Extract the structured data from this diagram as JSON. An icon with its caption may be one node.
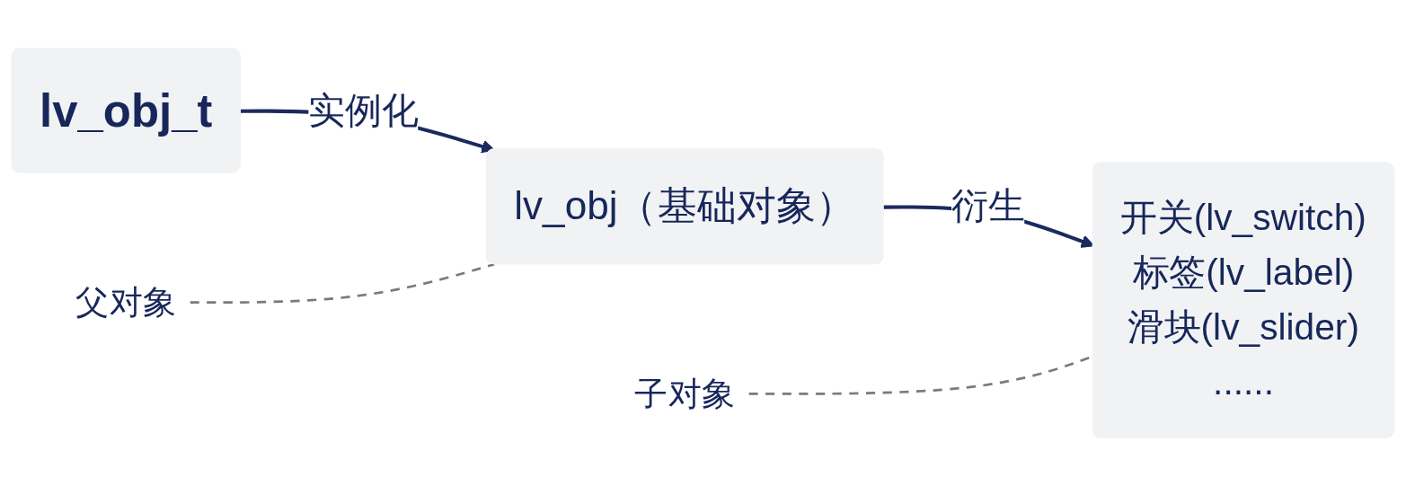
{
  "diagram": {
    "nodes": [
      {
        "text": [
          "lv_obj_t"
        ]
      },
      {
        "text": [
          "lv_obj（基础对象）"
        ]
      },
      {
        "text": [
          "开关(lv_switch)",
          "标签(lv_label)",
          "滑块(lv_slider)",
          "......"
        ]
      },
      {
        "text": [
          "父对象"
        ]
      },
      {
        "text": [
          "子对象"
        ]
      }
    ],
    "edges": [
      {
        "from": 0,
        "to": 1,
        "arrow": "to",
        "label": "实例化",
        "color": "#1b2a5e"
      },
      {
        "from": 1,
        "to": 2,
        "arrow": "to",
        "label": "衍生",
        "color": "#1b2a5e"
      },
      {
        "from": 3,
        "to": 1,
        "arrow": "none",
        "style": "dashed",
        "color": "#7a7a7a"
      },
      {
        "from": 4,
        "to": 2,
        "arrow": "none",
        "style": "dashed",
        "color": "#7a7a7a"
      }
    ]
  }
}
